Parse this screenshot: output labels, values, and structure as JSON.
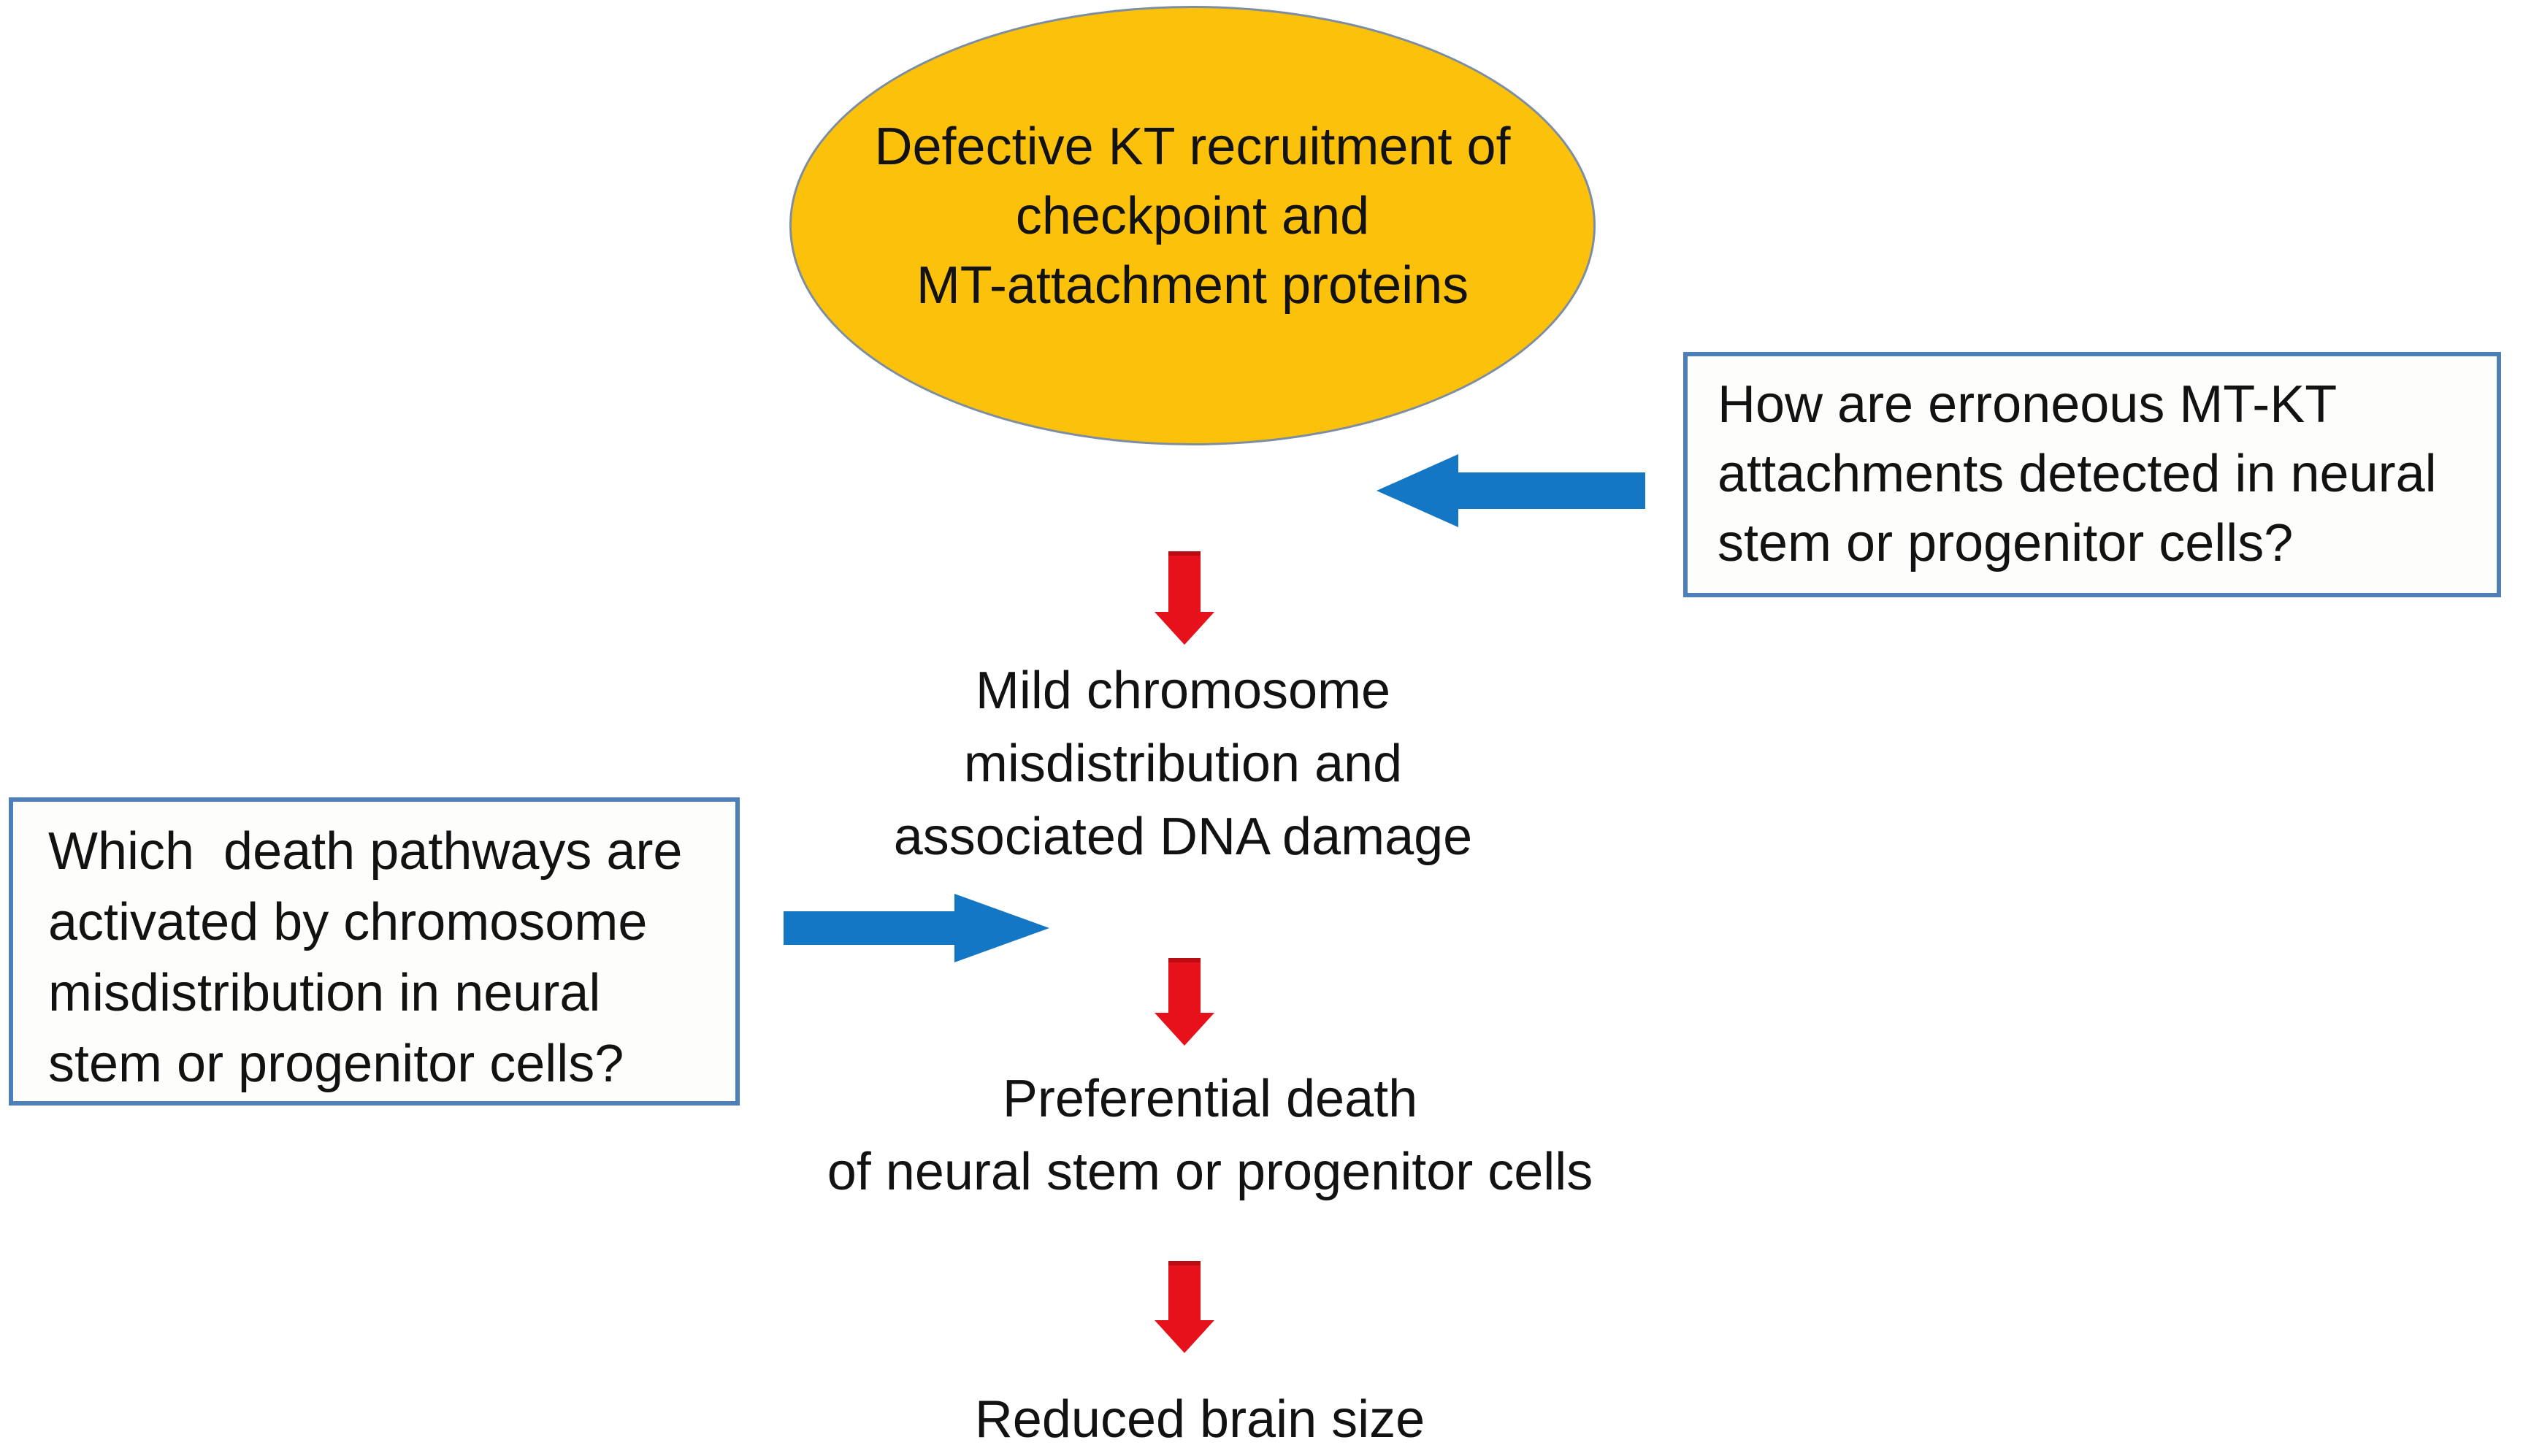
{
  "diagram": {
    "title": "KT defect to reduced brain size flow diagram",
    "colors": {
      "ellipse_fill": "#fcc10b",
      "ellipse_border": "#7d8ea2",
      "question_box_border": "#4d80b8",
      "blue_arrow": "#1477c5",
      "red_arrow": "#e6111b",
      "text": "#121212",
      "background": "#ffffff"
    },
    "nodes": {
      "defective_kt": {
        "shape": "ellipse",
        "text": "Defective KT recruitment of\ncheckpoint and\nMT-attachment proteins"
      },
      "question_right": {
        "shape": "rectangle",
        "text": "How are erroneous MT-KT\nattachments detected in neural\nstem or progenitor cells?"
      },
      "mild_chromosome": {
        "shape": "text",
        "text": "Mild chromosome\nmisdistribution and\nassociated DNA damage"
      },
      "question_left": {
        "shape": "rectangle",
        "text": "Which  death pathways are\nactivated by chromosome\nmisdistribution in neural\nstem or progenitor cells?"
      },
      "preferential_death": {
        "shape": "text",
        "text": "Preferential death\nof neural stem or progenitor cells"
      },
      "reduced_brain_size": {
        "shape": "text",
        "text": "Reduced brain size"
      }
    },
    "arrows": [
      {
        "name": "red-down-arrow-1",
        "type": "red-down",
        "from": "defective_kt",
        "to": "mild_chromosome"
      },
      {
        "name": "red-down-arrow-2",
        "type": "red-down",
        "from": "mild_chromosome",
        "to": "preferential_death"
      },
      {
        "name": "red-down-arrow-3",
        "type": "red-down",
        "from": "preferential_death",
        "to": "reduced_brain_size"
      },
      {
        "name": "blue-left-arrow",
        "type": "blue-left",
        "from": "question_right",
        "to": "defective_kt"
      },
      {
        "name": "blue-right-arrow",
        "type": "blue-right",
        "from": "question_left",
        "to": "mild_chromosome"
      }
    ]
  }
}
